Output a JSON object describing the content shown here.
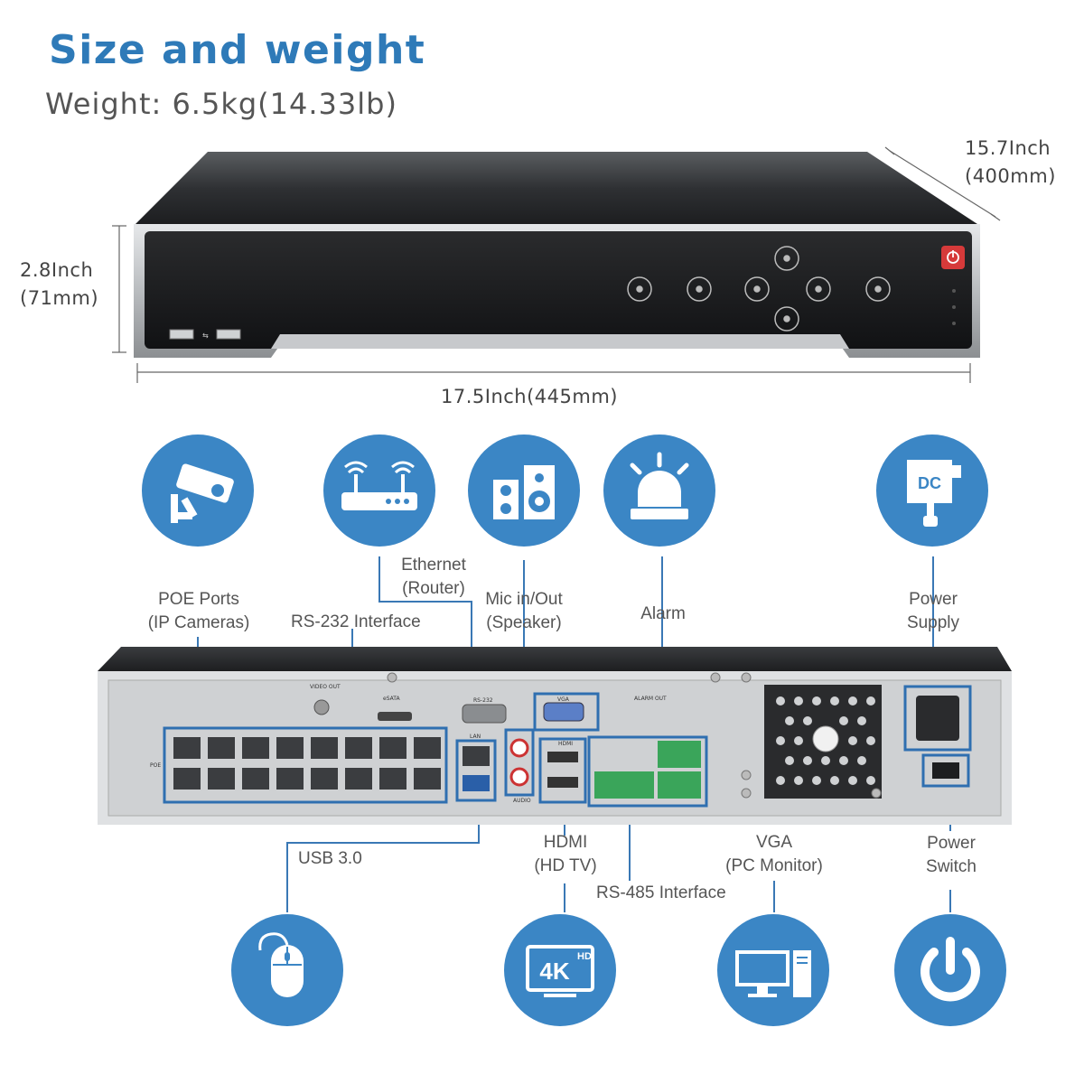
{
  "header": {
    "title": "Size and weight",
    "weight": "Weight: 6.5kg(14.33lb)"
  },
  "dimensions": {
    "depth_inch": "15.7Inch",
    "depth_mm": "(400mm)",
    "height_inch": "2.8Inch",
    "height_mm": "(71mm)",
    "width": "17.5Inch(445mm)"
  },
  "labels": {
    "poe": [
      "POE Ports",
      "(IP Cameras)"
    ],
    "rs232": "RS-232 Interface",
    "ethernet": [
      "Ethernet",
      "(Router)"
    ],
    "mic": [
      "Mic in/Out",
      "(Speaker)"
    ],
    "alarm": "Alarm",
    "power_supply": [
      "Power",
      "Supply"
    ],
    "usb": "USB 3.0",
    "hdmi": [
      "HDMI",
      "(HD TV)"
    ],
    "rs485": "RS-485 Interface",
    "vga": [
      "VGA",
      "(PC Monitor)"
    ],
    "power_switch": [
      "Power",
      "Switch"
    ]
  },
  "icon_text": {
    "dc": "DC",
    "fourk": "4K",
    "hd": "HD"
  },
  "panel_text": {
    "video_out": "VIDEO OUT",
    "esata": "eSATA",
    "rs232": "RS-232",
    "vga": "VGA",
    "alarm_out": "ALARM OUT",
    "lan": "LAN",
    "audio": "AUDIO",
    "hdmi": "HDMI",
    "poe": "POE"
  },
  "colors": {
    "accent": "#2e7ab8",
    "icon_circle": "#3b86c5",
    "highlight": "#2f6fb0",
    "connector_line": "#3a78b5"
  }
}
